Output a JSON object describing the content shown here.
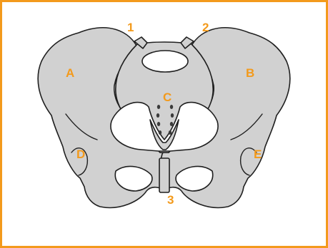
{
  "colors": {
    "border": "#f39a1c",
    "label": "#f39a1c",
    "bone": "#d1d1d1",
    "outline": "#1f1f1f"
  },
  "labels": {
    "one": "1",
    "two": "2",
    "three": "3",
    "a": "A",
    "b": "B",
    "c": "C",
    "d": "D",
    "e": "E"
  }
}
